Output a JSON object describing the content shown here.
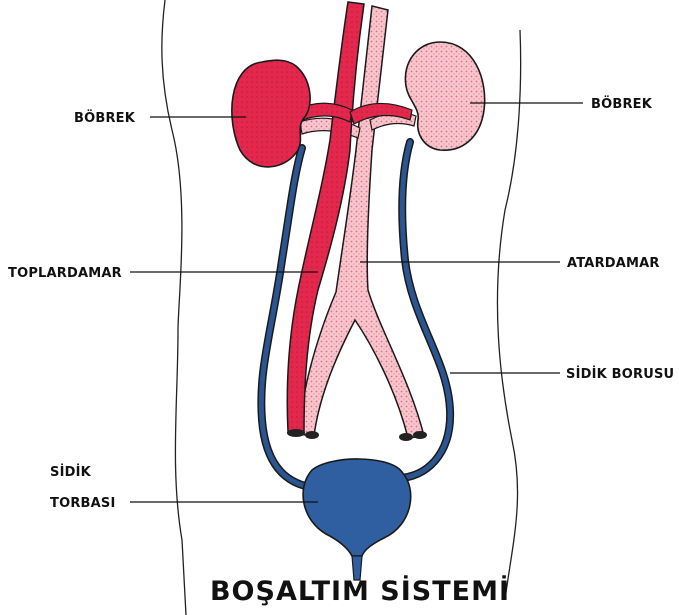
{
  "labels": {
    "kidney_left": "BÖBREK",
    "kidney_right": "BÖBREK",
    "vein": "TOPLARDAMAR",
    "artery": "ATARDAMAR",
    "ureter": "SİDİK BORUSU",
    "bladder_line1": "SİDİK",
    "bladder_line2": "TORBASI"
  },
  "title": "BOŞALTIM SİSTEMİ",
  "colors": {
    "vein": "#e0264a",
    "artery": "#f6b7c0",
    "kidney_left": "#e0264a",
    "kidney_right": "#f6b7c0",
    "ureter": "#2b5590",
    "bladder": "#2f5fa0",
    "outline": "#1a1a1a"
  }
}
